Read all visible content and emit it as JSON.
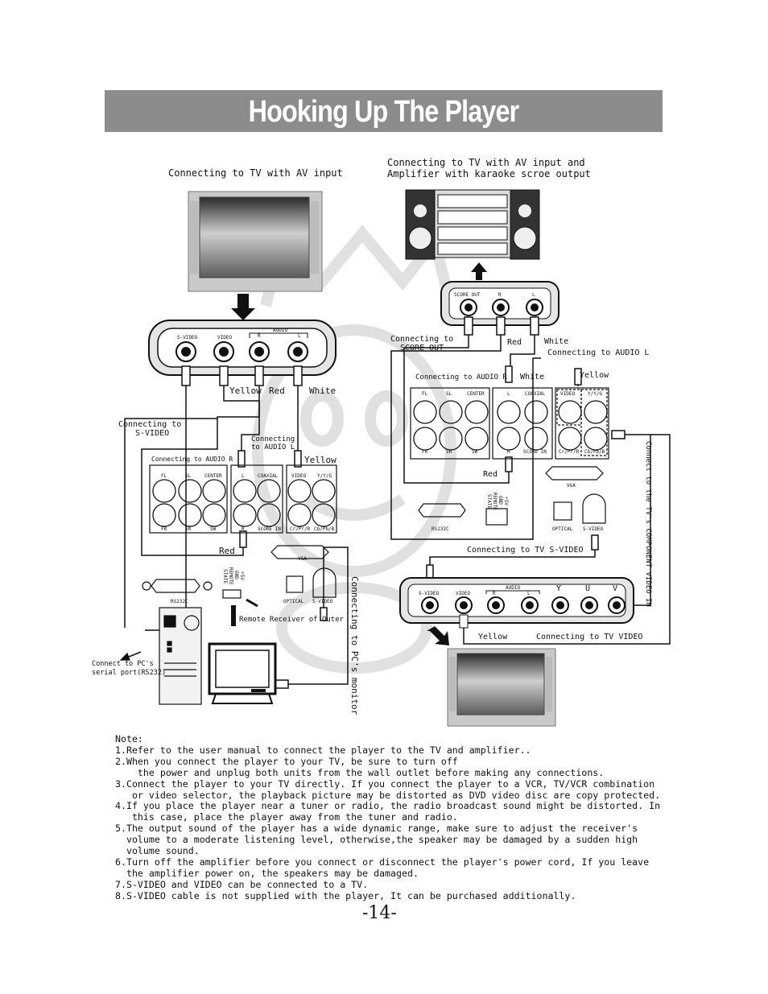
{
  "title": "Hooking Up The Player",
  "left": {
    "heading": "Connecting to TV with AV input",
    "panel": {
      "svideo": "S-VIDEO",
      "video": "VIDEO",
      "audio": "AUDIO",
      "r": "R",
      "l": "L"
    },
    "cable_labels": {
      "yellow": "Yellow",
      "red": "Red",
      "white": "White"
    },
    "conn_svideo_1": "Connecting to",
    "conn_svideo_2": "S-VIDEO",
    "conn_audio_l_1": "Connecting",
    "conn_audio_l_2": "to AUDIO L",
    "conn_audio_r": "Connecting to AUDIO R",
    "yellow2": "Yellow",
    "red2": "Red",
    "player_labels": {
      "fl": "FL",
      "sl": "SL",
      "center": "CENTER",
      "fr": "FR",
      "sr": "SR",
      "sw": "SW",
      "l": "L",
      "coaxial": "COAXIAL",
      "r": "R",
      "score_in": "SCORE IN",
      "video": "VIDEO",
      "ypbpr": "Y/Y/G",
      "crpr": "Cr/Pr/R",
      "cbpb": "Cb/Pb/B",
      "vga": "VGA",
      "optical": "OPTICAL",
      "s_video": "S-VIDEO",
      "rs232c": "RS232C",
      "state": "STATE",
      "remote": "REMOTE",
      "gnd": "GND",
      "plus5v": "+5V"
    },
    "remote_receiver": "Remote Receiver of Outer",
    "pc_serial_1": "Connect to PC's",
    "pc_serial_2": "serial port(RS232)",
    "pc_monitor": "Connecting to PC's monitor"
  },
  "right": {
    "heading_1": "Connecting to TV with AV input and",
    "heading_2": "Amplifier with karaoke  scroe output",
    "amp_panel": {
      "score_out": "SCORE OUT",
      "r": "R",
      "l": "L"
    },
    "conn_score_1": "Connecting to",
    "conn_score_2": "SCORE OUT",
    "red": "Red",
    "white": "White",
    "conn_audio_l": "Connecting to AUDIO L",
    "conn_audio_r": "Connecting to AUDIO R",
    "white2": "White",
    "yellow": "Yellow",
    "red2": "Red",
    "conn_tv_svideo": "Connecting to TV S-VIDEO",
    "component": "Connect to the TV's COMPONENT VIDEO IN",
    "tv_panel": {
      "svideo": "S-VIDEO",
      "video": "VIDEO",
      "audio": "AUDIO",
      "r": "R",
      "l": "L",
      "y": "Y",
      "u": "U",
      "v": "V"
    },
    "yellow2": "Yellow",
    "conn_tv_video": "Connecting to TV VIDEO"
  },
  "notes": [
    "Note:",
    "1.Refer to the user manual to connect the player to the TV and amplifier..",
    "2.When you connect the player to your TV, be sure to turn off",
    "    the power and unplug both units from the wall outlet before making any connections.",
    "3.Connect the player to your TV directly. If you connect the player to a VCR, TV/VCR combination",
    "   or video selector, the playback picture may be distorted as DVD video disc are copy protected.",
    "4.If you place the player near a tuner or radio, the radio broadcast sound might be distorted. In",
    "   this case, place the player away from the tuner and radio.",
    "5.The output sound of the player has a wide dynamic range, make sure to adjust the receiver's",
    "  volume to a moderate listening level, otherwise,the speaker may be damaged by a sudden high",
    "  volume sound.",
    "6.Turn off the amplifier before you connect or disconnect the player's power cord, If you leave",
    "  the amplifier power on, the speakers may be damaged.",
    "7.S-VIDEO and VIDEO can be connected to a TV.",
    "8.S-VIDEO cable is not supplied with the player, It can be purchased additionally."
  ],
  "page_number": "-14-"
}
